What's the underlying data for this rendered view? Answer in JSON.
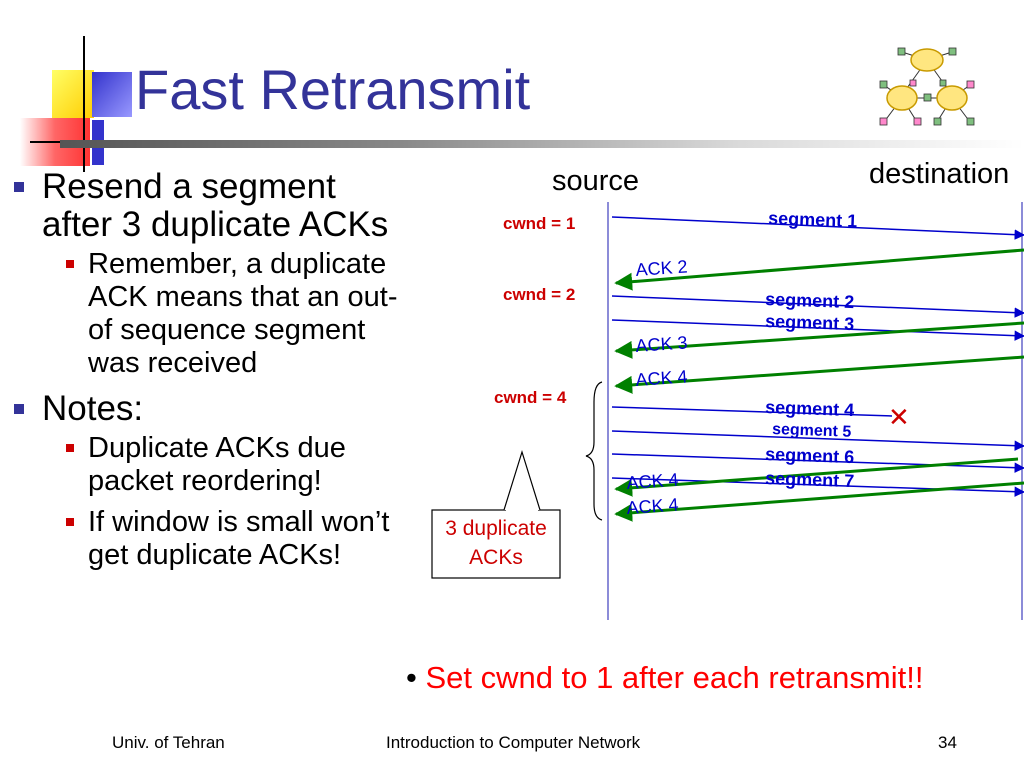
{
  "title": "Fast Retransmit",
  "bullets": [
    {
      "text": "Resend a segment after 3 duplicate ACKs",
      "sub": [
        "Remember, a duplicate ACK means that an out-of sequence segment was received"
      ]
    },
    {
      "text": "Notes:",
      "sub": [
        "Duplicate ACKs due packet reordering!",
        "If window is small won’t get duplicate ACKs!"
      ]
    }
  ],
  "diagram": {
    "source_label": "source",
    "destination_label": "destination",
    "cwnd_labels": [
      "cwnd = 1",
      "cwnd = 2",
      "cwnd = 4"
    ],
    "segments": [
      "segment 1",
      "segment 2",
      "segment 3",
      "segment 4",
      "segment 5",
      "segment 6",
      "segment 7"
    ],
    "acks": [
      "ACK 2",
      "ACK 3",
      "ACK 4",
      "ACK 4",
      "ACK 4"
    ],
    "lost_marker": "✕",
    "callout_line1": "3 duplicate",
    "callout_line2": "ACKs",
    "colors": {
      "segment": "#0000cc",
      "ack": "#008000",
      "cwnd": "#cc0000",
      "timeline": "#6666cc"
    }
  },
  "note": {
    "bullet": "•",
    "text": "Set cwnd to 1 after each retransmit!!"
  },
  "footer": {
    "left": "Univ. of Tehran",
    "center": "Introduction to Computer Network",
    "page": "34"
  }
}
